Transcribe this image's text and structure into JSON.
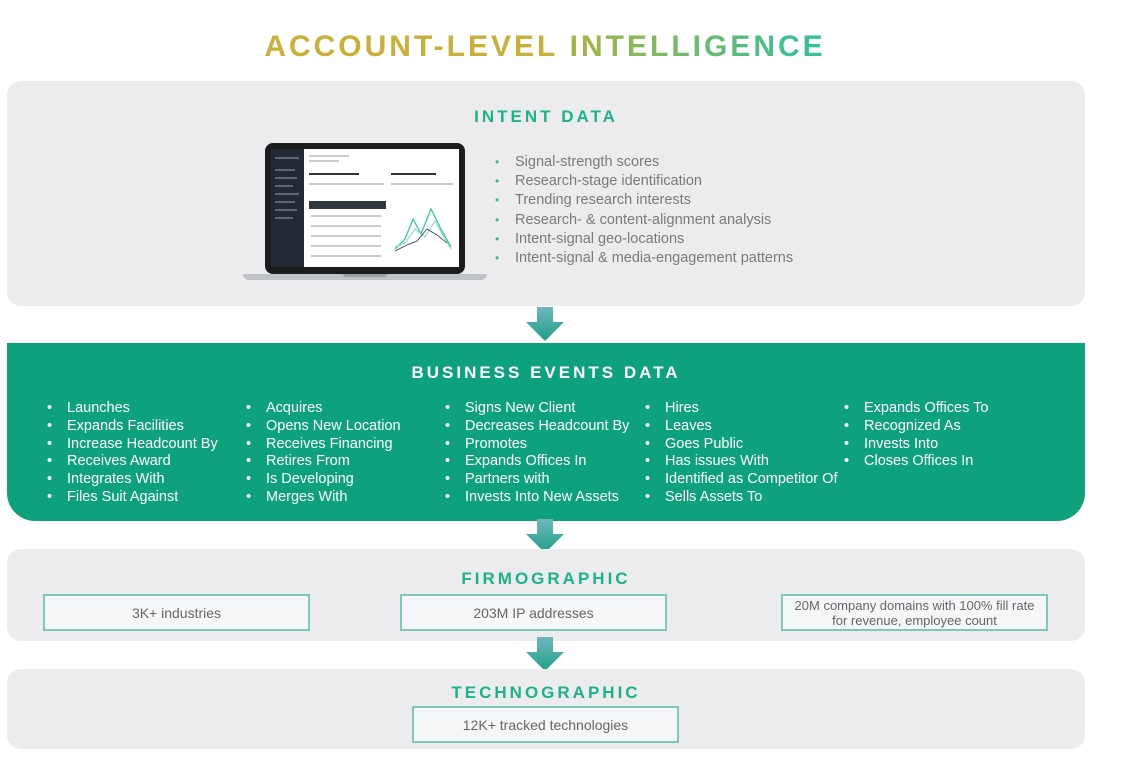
{
  "title": {
    "part1": "ACCOUNT-LEVEL",
    "part2": "INTELLIGENCE"
  },
  "colors": {
    "gold": "#c9b038",
    "teal": "#2ec29a",
    "events_bg": "#0ea27c",
    "panel_bg": "#ececee",
    "box_border": "#7cc9bc"
  },
  "intent": {
    "heading": "INTENT DATA",
    "bullets": [
      "Signal-strength scores",
      "Research-stage identification",
      "Trending research interests",
      "Research- & content-alignment analysis",
      "Intent-signal geo-locations",
      "Intent-signal & media-engagement patterns"
    ],
    "image": "laptop-dashboard-screenshot"
  },
  "events": {
    "heading": "BUSINESS EVENTS DATA",
    "columns": [
      [
        "Launches",
        "Expands Facilities",
        "Increase Headcount By",
        "Receives Award",
        "Integrates With",
        "Files Suit Against"
      ],
      [
        "Acquires",
        "Opens New Location",
        "Receives Financing",
        "Retires From",
        "Is Developing",
        "Merges With"
      ],
      [
        "Signs New Client",
        "Decreases Headcount By",
        "Promotes",
        "Expands Offices In",
        "Partners with",
        "Invests Into New Assets"
      ],
      [
        "Hires",
        "Leaves",
        "Goes Public",
        "Has issues With",
        "Identified as Competitor Of",
        "Sells Assets To"
      ],
      [
        "Expands Offices To",
        "Recognized As",
        "Invests Into",
        "Closes Offices In"
      ]
    ]
  },
  "firmographic": {
    "heading": "FIRMOGRAPHIC",
    "boxes": [
      "3K+ industries",
      "203M IP addresses",
      "20M company domains with 100% fill rate  for revenue, employee count"
    ]
  },
  "technographic": {
    "heading": "TECHNOGRAPHIC",
    "boxes": [
      "12K+ tracked technologies"
    ]
  },
  "arrows": [
    "down-arrow-icon",
    "down-arrow-icon",
    "down-arrow-icon"
  ]
}
